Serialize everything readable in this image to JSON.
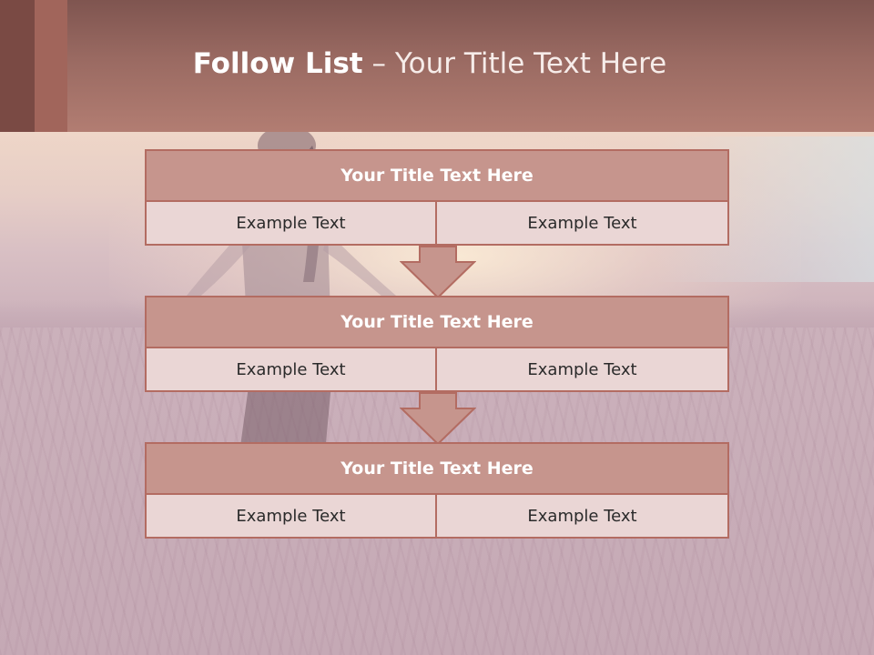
{
  "header": {
    "title_bold": "Follow List",
    "title_rest": " – Your Title Text Here"
  },
  "blocks": [
    {
      "title": "Your Title Text Here",
      "left": "Example Text",
      "right": "Example Text"
    },
    {
      "title": "Your Title Text Here",
      "left": "Example Text",
      "right": "Example Text"
    },
    {
      "title": "Your Title Text Here",
      "left": "Example Text",
      "right": "Example Text"
    }
  ],
  "colors": {
    "header_dark": "#7f5550",
    "box_title_fill": "#c6958d",
    "box_border": "#b36c62",
    "cell_fill": "#ead6d5",
    "arrow_fill": "#c6958d"
  }
}
